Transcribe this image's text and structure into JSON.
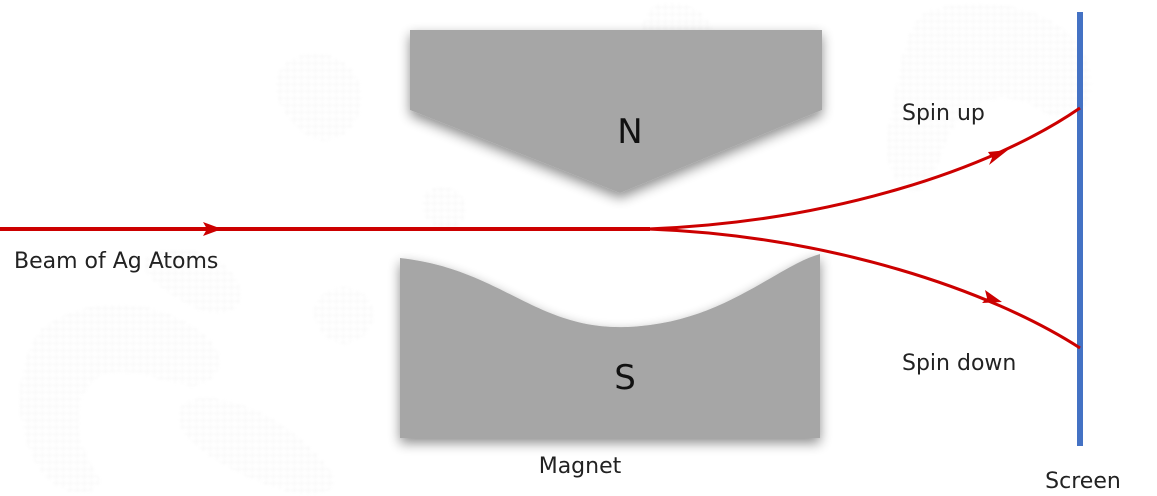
{
  "diagram": {
    "beam_label": "Beam of Ag Atoms",
    "magnet_label": "Magnet",
    "north_pole": "N",
    "south_pole": "S",
    "spin_up_label": "Spin up",
    "spin_down_label": "Spin down",
    "screen_label": "Screen"
  },
  "colors": {
    "beam": "#cc0000",
    "magnet": "#a6a6a6",
    "screen": "#4472c4",
    "background_pattern": "#ececec"
  }
}
